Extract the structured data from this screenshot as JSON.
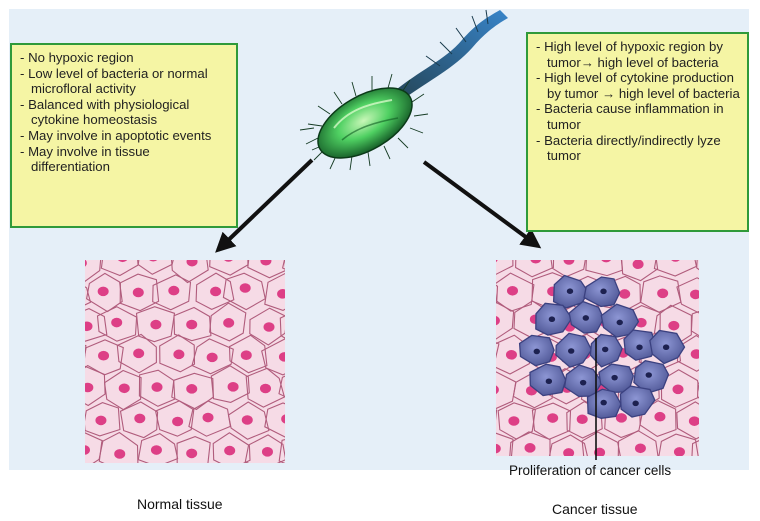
{
  "left_box": {
    "items": [
      "No hypoxic region",
      "Low level of bacteria or normal microfloral activity",
      "Balanced with physiological cytokine homeostasis",
      "May involve in apoptotic events",
      "May involve in tissue differentiation"
    ]
  },
  "right_box": {
    "items": [
      "High level of hypoxic region by tumor→ high level of bacteria",
      "High level of cytokine production by tumor → high level of bacteria",
      "Bacteria cause inflammation in tumor",
      "Bacteria directly/indirectly lyze tumor"
    ]
  },
  "labels": {
    "normal_tissue": "Normal tissue",
    "cancer_tissue": "Cancer tissue",
    "proliferation": "Proliferation of cancer cells"
  },
  "colors": {
    "panel_bg": "#e5eff8",
    "box_fill": "#f5f5a4",
    "box_border": "#2f9a3a",
    "tissue_bg": "#f6dbe6",
    "cell_wall": "#b05c7c",
    "nucleus": "#dd3f86",
    "cancer_cell": "#6a73b3",
    "cancer_nucleus": "#1d2150",
    "bacterium_body": "#3fbf52"
  },
  "icons": [
    "bacterium-icon"
  ]
}
